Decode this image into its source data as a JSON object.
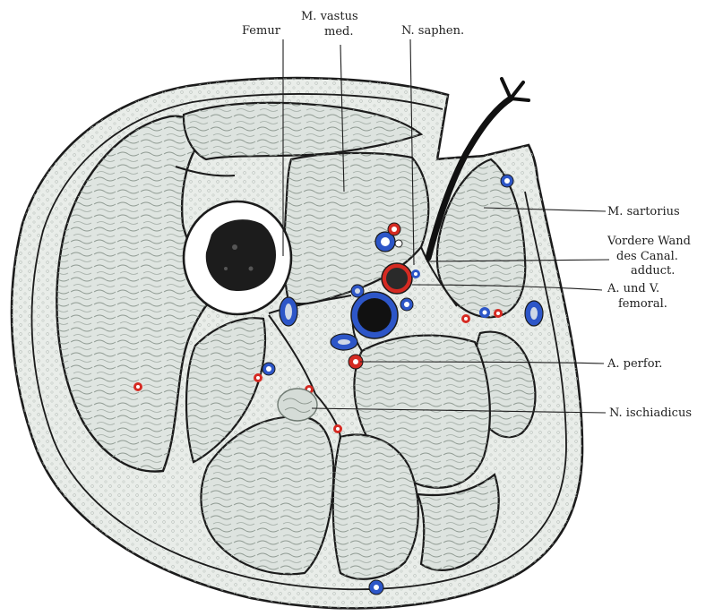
{
  "figure": {
    "labels": {
      "femur": "Femur",
      "vastus_line1": "M. vastus",
      "vastus_line2": "med.",
      "saphen": "N. saphen.",
      "sartorius": "M. sartorius",
      "canal_line1": "Vordere Wand",
      "canal_line2": "des Canal.",
      "canal_line3": "adduct.",
      "femoral_line1": "A. und V.",
      "femoral_line2": "femoral.",
      "perfor": "A. perfor.",
      "ischiadicus": "N. ischiadicus"
    },
    "colors": {
      "artery": "#d52a22",
      "vein": "#2d56c8",
      "muscle": "#dfe5e1",
      "fat": "#e9ede9",
      "outline": "#1b1b1b",
      "marrow": "#1c1c1c"
    }
  }
}
